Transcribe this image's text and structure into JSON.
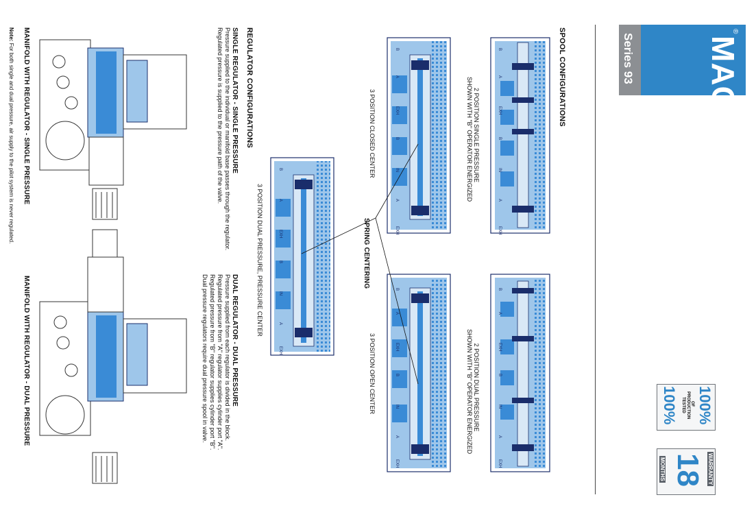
{
  "brand": {
    "logo": "MAC",
    "series": "Series 93",
    "registered": "®"
  },
  "spool": {
    "heading": "SPOOL CONFIGURATIONS",
    "captions": {
      "single_pressure": [
        "2 POSITION SINGLE PRESSURE",
        "SHOWN WITH \"B\" OPERATOR ENERGIZED"
      ],
      "dual_pressure": [
        "2 POSITION DUAL PRESSURE",
        "SHOWN WITH \"B\" OPERATOR ENERGIZED"
      ],
      "closed_center": "3 POSITION CLOSED CENTER",
      "open_center": "3 POSITION OPEN CENTER",
      "dual_pressure_center": "3 POSITION DUAL PRESSURE, PRESSURE CENTER"
    },
    "spring_centering": "SPRING CENTERING",
    "port_labels": [
      "B",
      "A",
      "EXH",
      "B",
      "IN",
      "A",
      "EXH"
    ]
  },
  "regulator": {
    "heading": "REGULATOR CONFIGURATIONS",
    "single": {
      "title": "SINGLE REGULATOR - SINGLE PRESSURE",
      "lines": [
        "Pressure supplied to the individual or manifold base passes through the regulator.",
        "Regulated pressure is supplied to the pressure path of the valve."
      ]
    },
    "dual": {
      "title": "DUAL REGULATOR - DUAL PRESSURE",
      "lines": [
        "Pressure supplied from each regulator is divided in the block.",
        "Regulated pressure from \"A\" regulator supplies cylinder port \"A\".",
        "Regulated pressure from \"B\" regulator supplies cylinder port \"B\".",
        "Dual pressure regulators require dual pressure spool in valve."
      ]
    }
  },
  "manifold": {
    "single_label": "MANIFOLD WITH REGULATOR - SINGLE PRESSURE",
    "dual_label": "MANIFOLD WITH REGULATOR - DUAL PRESSURE"
  },
  "note": {
    "label": "Note:",
    "text": "For both single and dual pressure, air supply to the pilot system is never regulated."
  },
  "badges": {
    "tested": {
      "top": "100%",
      "line1": "OF",
      "line2": "PRODUCTION",
      "line3": "TESTED",
      "bottom": "100%"
    },
    "warranty": {
      "number": "18",
      "months": "MONTHS",
      "warranty": "WARRANTY"
    }
  },
  "colors": {
    "brand_blue": "#2f86c7",
    "valve_blue": "#3a8bd6",
    "valve_light": "#9ec6ea",
    "valve_dark": "#1a2d6b"
  }
}
